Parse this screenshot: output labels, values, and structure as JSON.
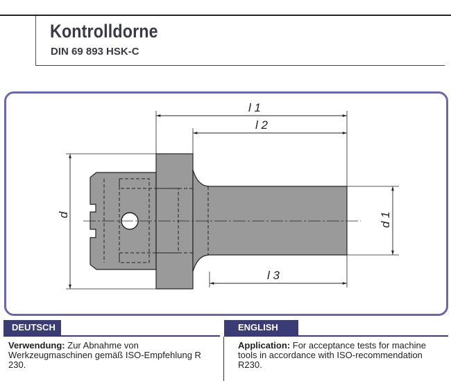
{
  "header": {
    "title": "Kontrolldorne",
    "subtitle": "DIN 69 893 HSK-C"
  },
  "drawing": {
    "dimension_labels": {
      "l1": "l 1",
      "l2": "l 2",
      "l3": "l 3",
      "d": "d",
      "d1": "d 1"
    }
  },
  "sections": {
    "deutsch": {
      "tab_label": "DEUTSCH",
      "heading": "Verwendung",
      "text": "Zur Abnahme von Werkzeugmaschinen gemäß ISO-Empfehlung R 230."
    },
    "english": {
      "tab_label": "ENGLISH",
      "heading": "Application",
      "text": "For acceptance tests for machine tools in accordance with ISO-recommendation R230."
    }
  },
  "colors": {
    "accent": "#3b3b76",
    "frame": "#6a67b0",
    "part_fill": "#9a9a9a"
  }
}
